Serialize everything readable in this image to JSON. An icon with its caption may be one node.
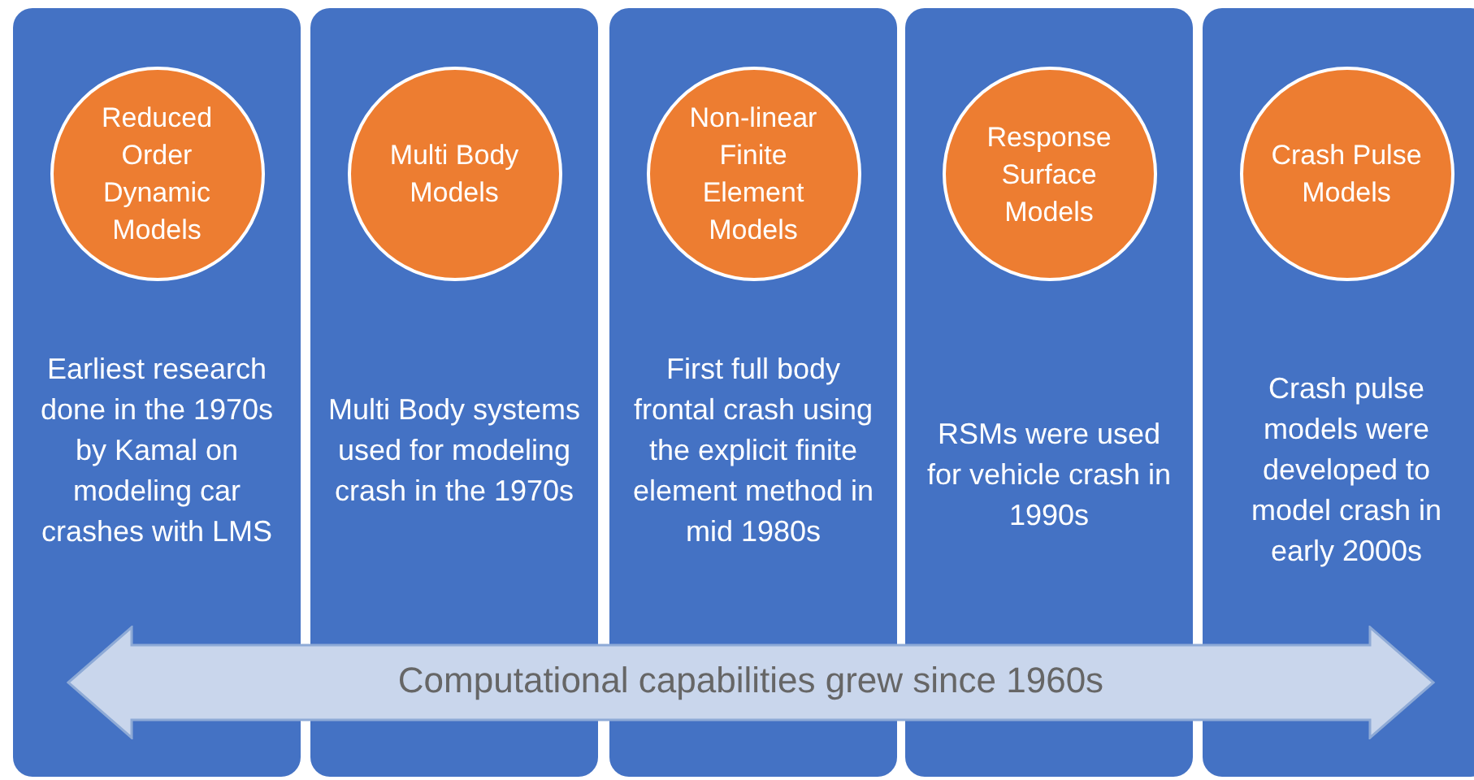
{
  "diagram": {
    "nodes": [
      {
        "text": [
          "Earliest research done in the 1970s by Kamal on modeling car crashes with LMS"
        ]
      },
      {
        "text": [
          "Reduced Order Dynamic Models"
        ],
        "in": 0
      },
      {
        "text": [
          "Multi Body systems used for modeling crash in the 1970s"
        ]
      },
      {
        "text": [
          "Multi Body Models"
        ],
        "in": 2
      },
      {
        "text": [
          "First full body frontal crash using the explicit finite element method in mid 1980s"
        ]
      },
      {
        "text": [
          "Non-linear Finite Element Models"
        ],
        "in": 4
      },
      {
        "text": [
          "RSMs were used for vehicle crash in 1990s"
        ]
      },
      {
        "text": [
          "Response Surface Models"
        ],
        "in": 6
      },
      {
        "text": [
          "Crash pulse models were developed to model crash in early 2000s"
        ]
      },
      {
        "text": [
          "Crash Pulse Models"
        ],
        "in": 8
      },
      {
        "text": [
          "Computational capabilities grew since 1960s"
        ]
      }
    ]
  }
}
